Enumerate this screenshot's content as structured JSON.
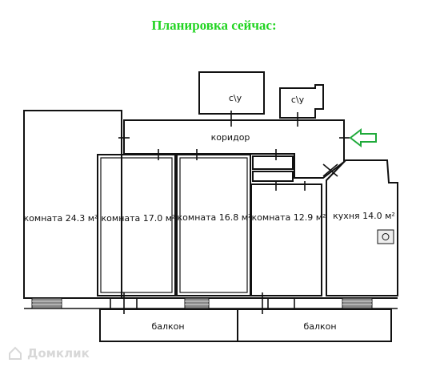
{
  "title": "Планировка сейчас:",
  "rooms": {
    "bath1": "с\\у",
    "bath2": "с\\у",
    "corridor": "коридор",
    "room1": "комната 24.3 м²",
    "room2": "комната 17.0 м²",
    "room3": "комната 16.8 м²",
    "room4": "комната 12.9 м²",
    "kitchen": "кухня 14.0 м²",
    "balcony1": "балкон",
    "balcony2": "балкон"
  },
  "watermark": "Домклик",
  "colors": {
    "title": "#22d422",
    "arrow": "#1faa3a",
    "walls": "#111111"
  }
}
